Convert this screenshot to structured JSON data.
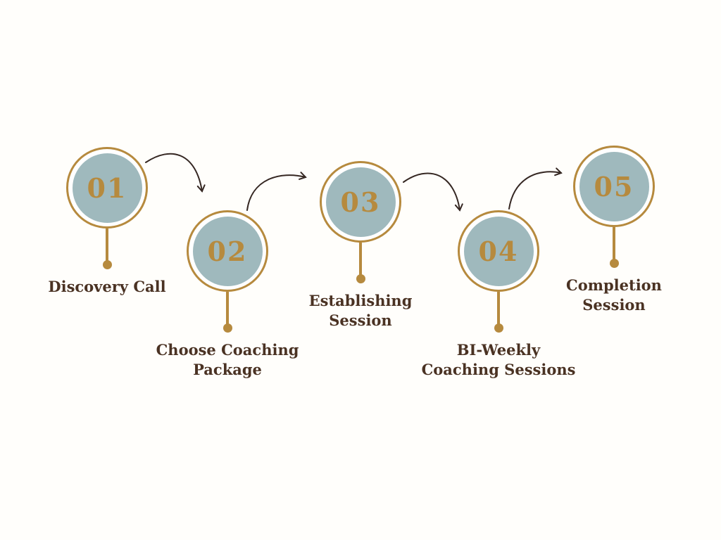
{
  "diagram": {
    "type": "process-flow",
    "steps": [
      {
        "number": "01",
        "label": "Discovery Call"
      },
      {
        "number": "02",
        "label": "Choose Coaching\nPackage"
      },
      {
        "number": "03",
        "label": "Establishing\nSession"
      },
      {
        "number": "04",
        "label": "BI-Weekly\nCoaching Sessions"
      },
      {
        "number": "05",
        "label": "Completion\nSession"
      }
    ],
    "arrows": [
      {
        "from": "01",
        "to": "02"
      },
      {
        "from": "02",
        "to": "03"
      },
      {
        "from": "03",
        "to": "04"
      },
      {
        "from": "04",
        "to": "05"
      }
    ],
    "colors": {
      "gold": "#b68a3e",
      "circle_fill": "#9fb9bd",
      "label_text": "#4a3223",
      "arrow": "#352722",
      "background": "#fffefb"
    }
  }
}
